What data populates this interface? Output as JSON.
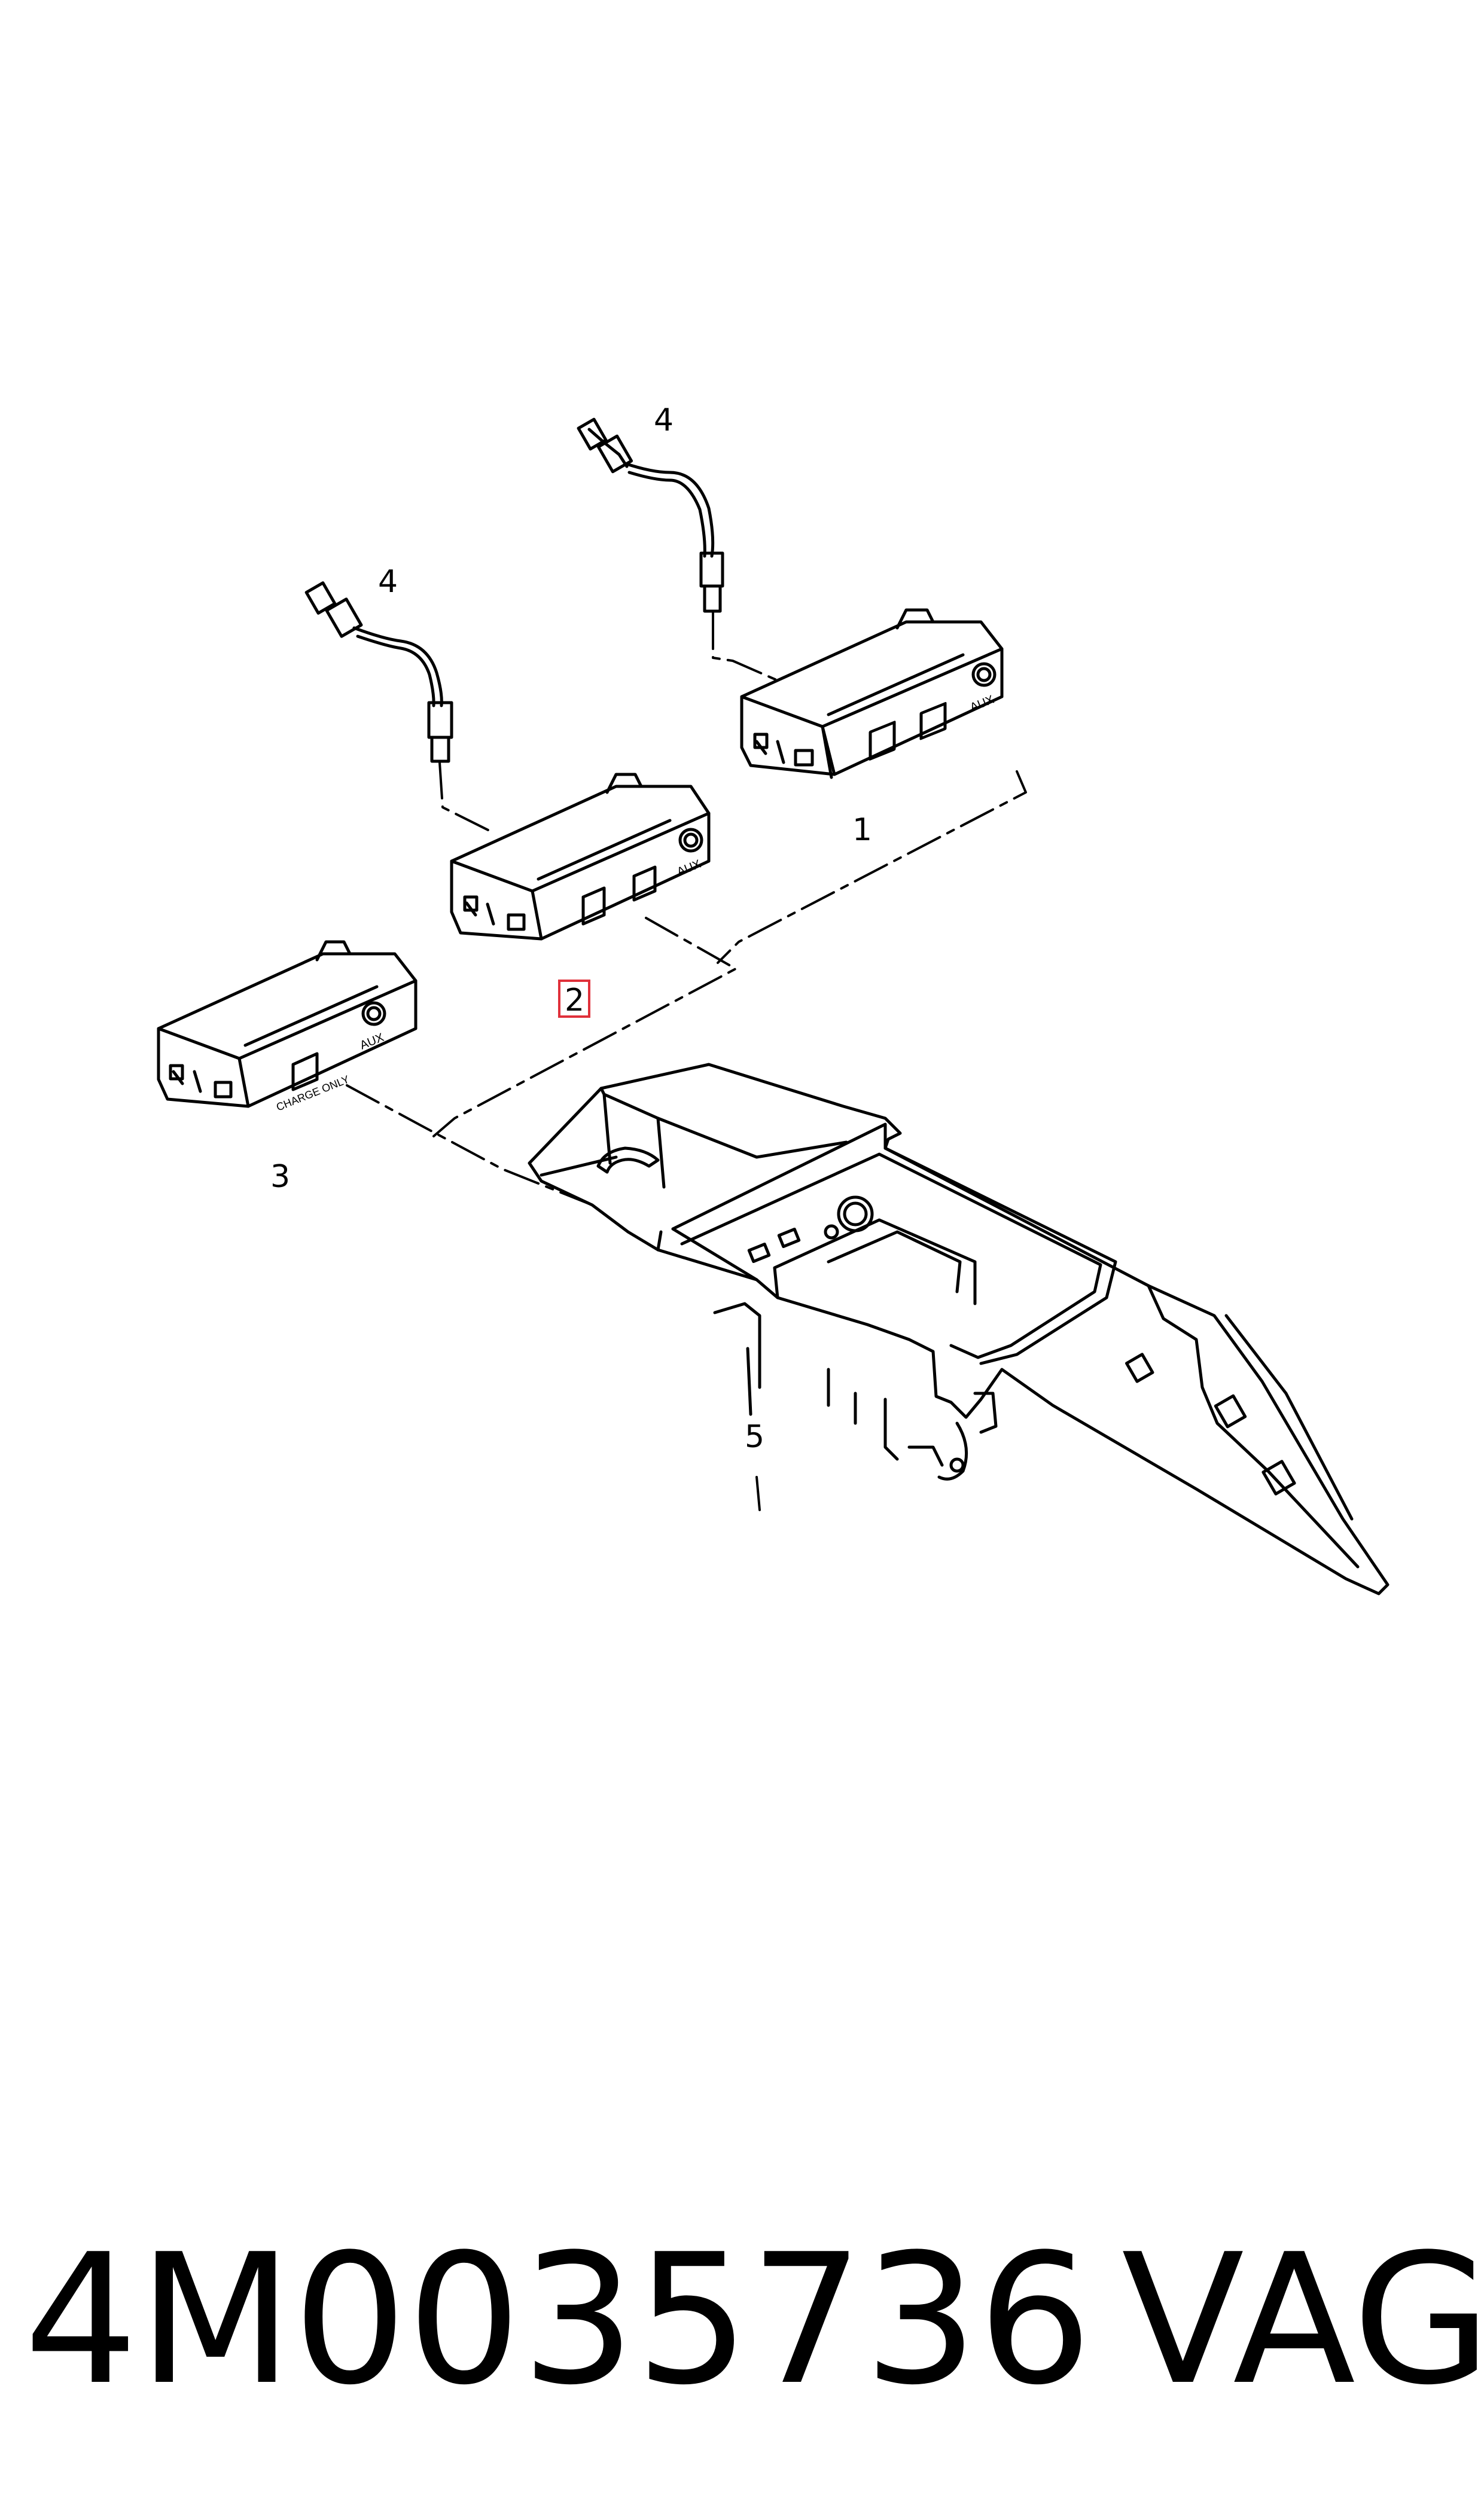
{
  "callouts": {
    "c1": "1",
    "c2": "2",
    "c3": "3",
    "c4a": "4",
    "c4b": "4",
    "c5": "5"
  },
  "port_labels": {
    "aux": "AUX",
    "charge_only": "CHARGE ONLY"
  },
  "footer": {
    "part_number": "4M0035736",
    "brand": "VAG"
  },
  "colors": {
    "line": "#000000",
    "highlight": "#e0303a",
    "background": "#ffffff"
  }
}
